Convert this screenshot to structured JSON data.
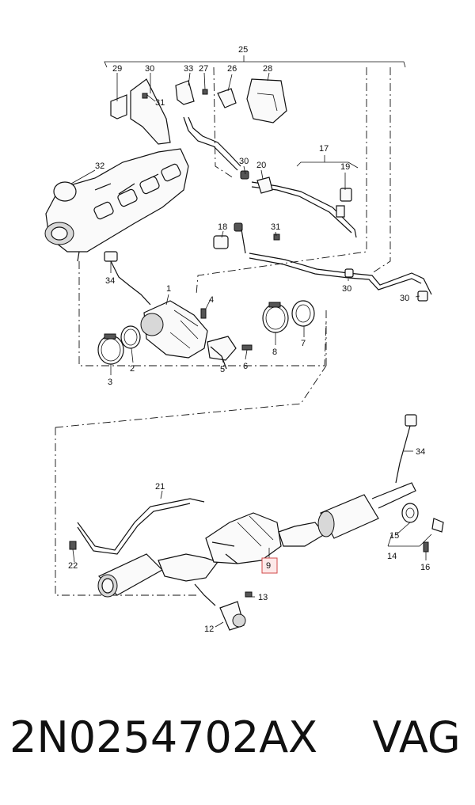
{
  "diagram": {
    "callouts": {
      "c1": "1",
      "c2": "2",
      "c3": "3",
      "c4": "4",
      "c5": "5",
      "c6": "6",
      "c7": "7",
      "c8": "8",
      "c9": "9",
      "c12": "12",
      "c13": "13",
      "c14": "14",
      "c15": "15",
      "c16": "16",
      "c17": "17",
      "c18": "18",
      "c19": "19",
      "c20": "20",
      "c21": "21",
      "c22": "22",
      "c25": "25",
      "c26": "26",
      "c27": "27",
      "c28": "28",
      "c29": "29",
      "c30": "30",
      "c31": "31",
      "c32": "32",
      "c33": "33",
      "c34": "34"
    },
    "highlighted_callout": "9",
    "highlight_color": "#d24a4a"
  },
  "caption": {
    "part_number": "2N0254702AX",
    "brand": "VAG"
  }
}
